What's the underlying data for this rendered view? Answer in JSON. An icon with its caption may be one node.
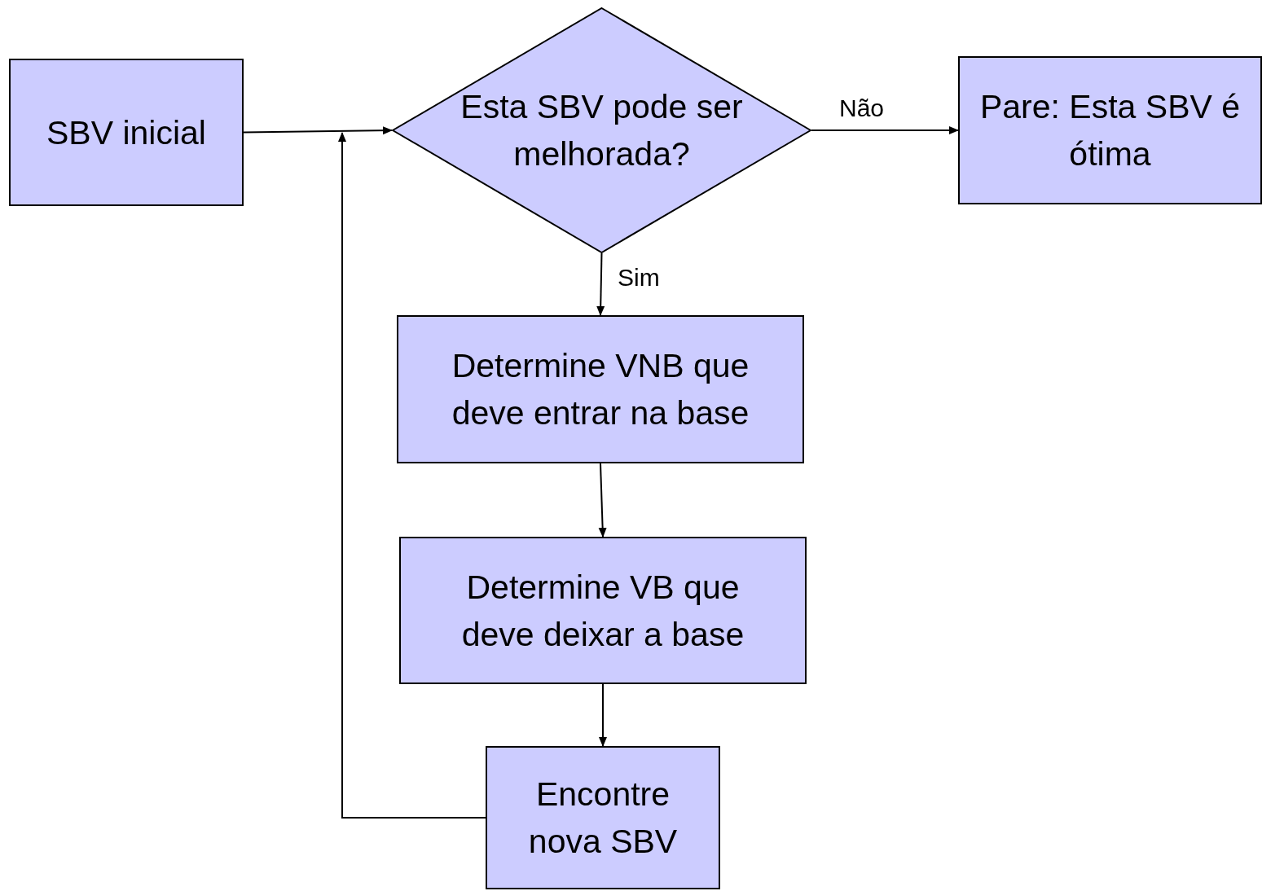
{
  "diagram": {
    "nodes": [
      {
        "text": [
          "SBV inicial"
        ]
      },
      {
        "text": [
          "Esta SBV pode ser melhorada?"
        ]
      },
      {
        "text": [
          "Pare: Esta SBV é ótima"
        ]
      },
      {
        "text": [
          "Determine VNB que deve entrar na base"
        ]
      },
      {
        "text": [
          "Determine VB que deve deixar a base"
        ]
      },
      {
        "text": [
          "Encontre nova SBV"
        ]
      }
    ],
    "edges": [
      {
        "from": 0,
        "to": 1,
        "arrow": "to"
      },
      {
        "from": 1,
        "to": 2,
        "arrow": "to",
        "label": "Não"
      },
      {
        "from": 1,
        "to": 3,
        "arrow": "to",
        "label": "Sim"
      },
      {
        "from": 3,
        "to": 4,
        "arrow": "to"
      },
      {
        "from": 4,
        "to": 5,
        "arrow": "to"
      },
      {
        "from": 5,
        "to": 1,
        "arrow": "to"
      }
    ]
  }
}
